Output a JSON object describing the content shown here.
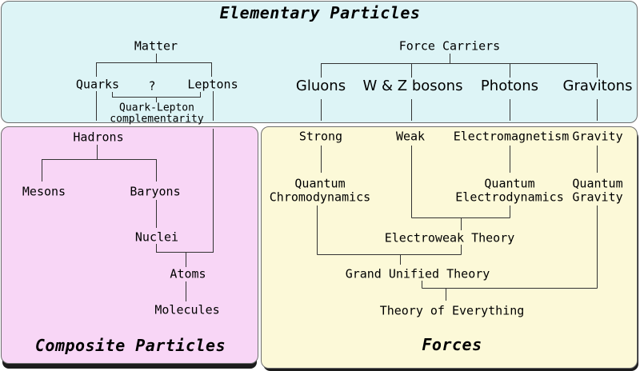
{
  "colors": {
    "elementary_bg": "#ddf4f6",
    "composite_bg": "#f8d6f6",
    "forces_bg": "#fcf9d8",
    "line": "#333333"
  },
  "elementary": {
    "title": "Elementary Particles",
    "matter": {
      "root": "Matter",
      "quarks": "Quarks",
      "question_mark": "?",
      "leptons": "Leptons",
      "complementarity_line1": "Quark-Lepton",
      "complementarity_line2": "complementarity"
    },
    "force_carriers": {
      "root": "Force Carriers",
      "gluons": "Gluons",
      "wz_bosons": "W & Z bosons",
      "photons": "Photons",
      "gravitons": "Gravitons"
    }
  },
  "composite": {
    "title": "Composite Particles",
    "hadrons": "Hadrons",
    "mesons": "Mesons",
    "baryons": "Baryons",
    "nuclei": "Nuclei",
    "atoms": "Atoms",
    "molecules": "Molecules"
  },
  "forces": {
    "title": "Forces",
    "strong": "Strong",
    "weak": "Weak",
    "electromagnetism": "Electromagnetism",
    "gravity": "Gravity",
    "qcd_line1": "Quantum",
    "qcd_line2": "Chromodynamics",
    "qed_line1": "Quantum",
    "qed_line2": "Electrodynamics",
    "qgravity_line1": "Quantum",
    "qgravity_line2": "Gravity",
    "electroweak": "Electroweak Theory",
    "grand_unified": "Grand Unified Theory",
    "theory_of_everything": "Theory of Everything"
  }
}
